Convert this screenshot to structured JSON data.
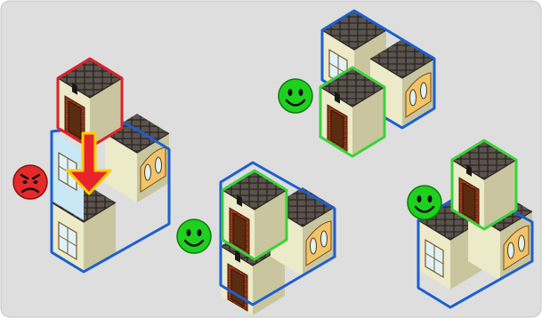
{
  "scene": {
    "background": "#dedede",
    "panel_border": "#c4c4c4",
    "colors": {
      "outline_blue": "#1c5fd0",
      "outline_red": "#e0202a",
      "outline_green": "#3ad33a",
      "roof": "#3a3430",
      "roof_tile": "#57504a",
      "wall_cream": "#eceac8",
      "wall_shade": "#c9c69f",
      "wall_blue": "#c8e8f6",
      "wall_orange": "#f0c46a",
      "brick": "#a43a1c",
      "door_frame": "#4a2a10",
      "window": "#dff2f8",
      "arrow_red": "#e8242a",
      "arrow_yellow": "#ffcc00",
      "face_green": "#1fd11f",
      "face_red": "#e42a2a"
    },
    "icons": [
      "happy-face-icon",
      "angry-face-icon",
      "down-arrow-icon"
    ],
    "examples": [
      {
        "id": "invalid-stack",
        "verdict": "sad",
        "active_outline": "red"
      },
      {
        "id": "valid-stack-1",
        "verdict": "happy",
        "active_outline": "green"
      },
      {
        "id": "valid-stack-2",
        "verdict": "happy",
        "active_outline": "green"
      },
      {
        "id": "valid-stack-3",
        "verdict": "happy",
        "active_outline": "green"
      }
    ]
  }
}
